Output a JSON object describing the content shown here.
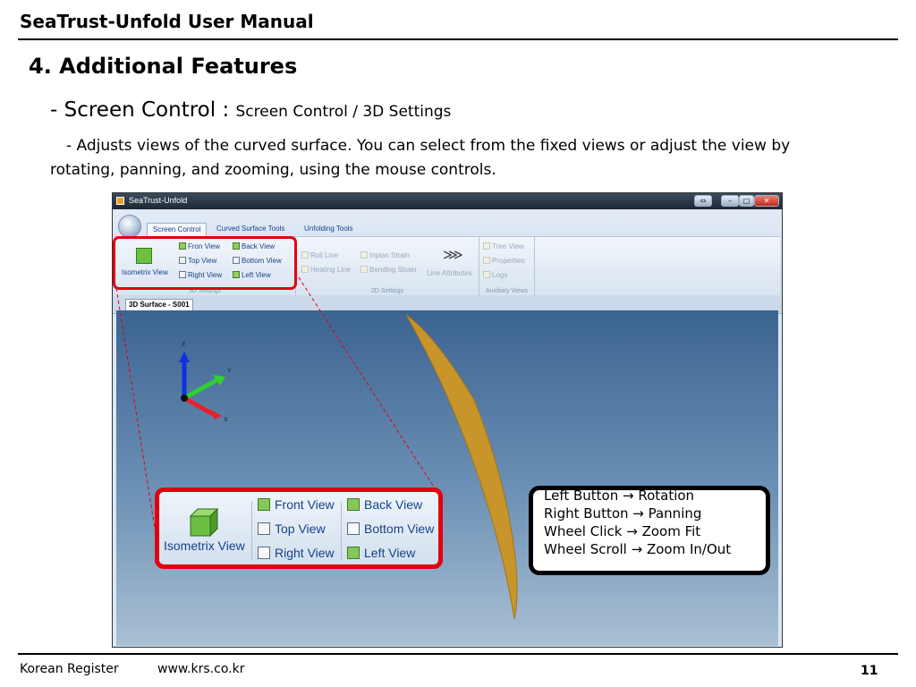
{
  "header": {
    "title": "SeaTrust-Unfold User Manual"
  },
  "section": {
    "title": "4. Additional Features"
  },
  "subsection": {
    "title": "- Screen Control : ",
    "subtitle": "Screen Control / 3D Settings"
  },
  "description": "- Adjusts views of the curved surface. You can select from the fixed views or adjust the view by rotating, panning, and zooming, using the mouse controls.",
  "app": {
    "window_title": "SeaTrust-Unfold",
    "tabs": [
      "Screen Control",
      "Curved Surface Tools",
      "Unfolding Tools"
    ],
    "groups": {
      "view_3d": {
        "label": "3D Settings",
        "isometric": "Isometrix View",
        "front": "Fron View",
        "top": "Top View",
        "right": "Right View",
        "back": "Back View",
        "bottom": "Bottom View",
        "left": "Left View"
      },
      "settings_2d": {
        "label": "2D Settings",
        "roll_line": "Roll Line",
        "heating_line": "Heating Line",
        "inplan_strain": "Inplan Strain",
        "bending_strain": "Bending Strain",
        "line_attributes": "Line Attributes"
      },
      "aux_views": {
        "label": "Auxiliary Views",
        "tree_view": "Tree View",
        "properties": "Properties",
        "logs": "Logs"
      }
    },
    "doc_tab": "3D Surface - S001",
    "axes": {
      "x": "X",
      "y": "Y",
      "z": "Z"
    },
    "colors": {
      "surface": "#c9942a",
      "x_axis": "#e8202a",
      "y_axis": "#30d030",
      "z_axis": "#1030e0"
    }
  },
  "zoom_panel": {
    "isometric": "Isometrix View",
    "front": "Front View",
    "top": "Top View",
    "right": "Right View",
    "back": "Back View",
    "bottom": "Bottom View",
    "left": "Left View"
  },
  "mouse_controls": [
    "Left Button     → Rotation",
    "Right Button → Panning",
    "Wheel Click   → Zoom Fit",
    "Wheel Scroll  → Zoom In/Out"
  ],
  "footer": {
    "org": "Korean Register",
    "url": "www.krs.co.kr",
    "page": "11"
  }
}
